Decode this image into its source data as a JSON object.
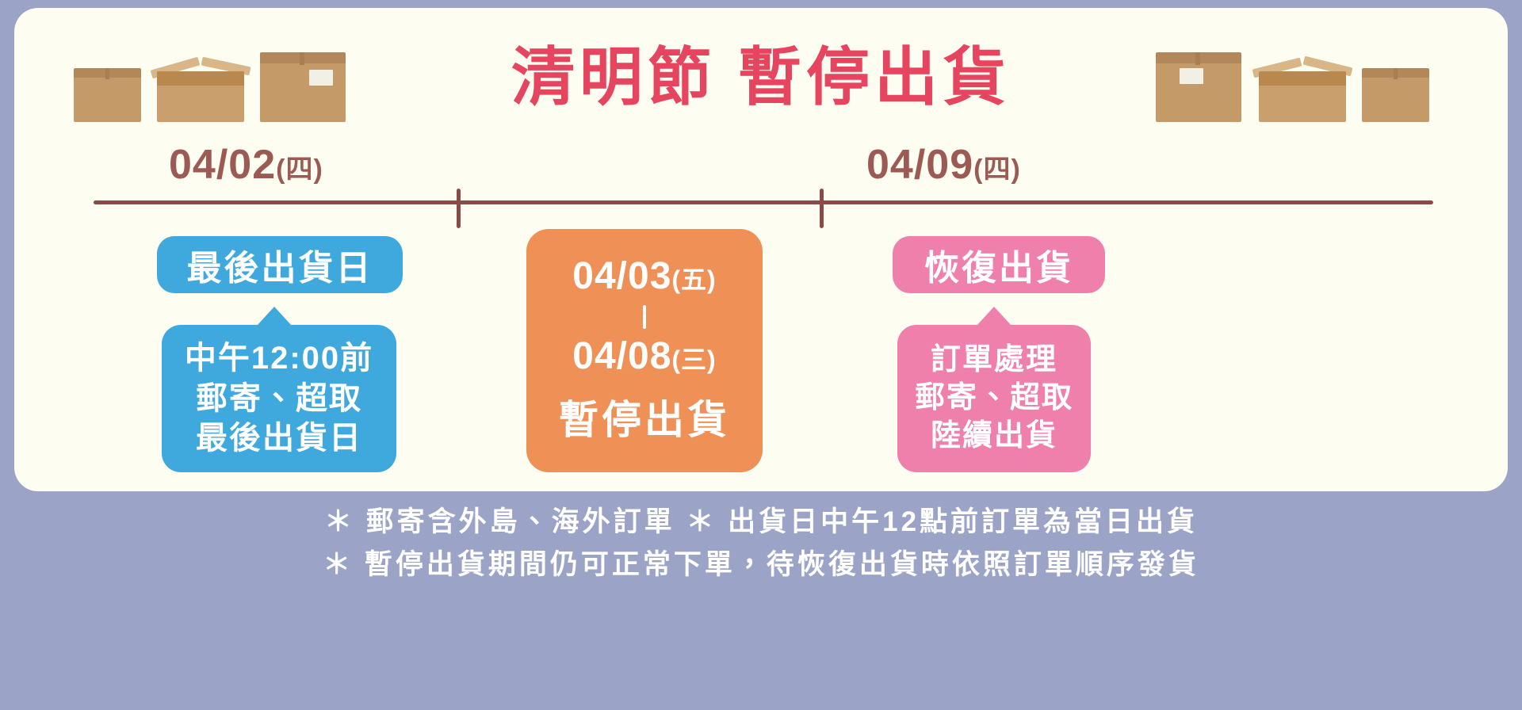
{
  "banner": {
    "bg_color": "#9ba4c6",
    "card_bg_color": "#fefdf1",
    "title": "清明節 暫停出貨",
    "title_color": "#e5455f"
  },
  "timeline": {
    "line_color": "#8a4b47",
    "left_date": "04/02",
    "left_weekday": "(四)",
    "right_date": "04/09",
    "right_weekday": "(四)"
  },
  "blue_section": {
    "color": "#3fa8dc",
    "pill_label": "最後出貨日",
    "body_lines": [
      "中午12:00前",
      "郵寄、超取",
      "最後出貨日"
    ]
  },
  "orange_section": {
    "color": "#ef9157",
    "start_date": "04/03",
    "start_weekday": "(五)",
    "separator": "—",
    "end_date": "04/08",
    "end_weekday": "(三)",
    "status": "暫停出貨"
  },
  "pink_section": {
    "color": "#ef7fab",
    "pill_label": "恢復出貨",
    "body_lines": [
      "訂單處理",
      "郵寄、超取",
      "陸續出貨"
    ]
  },
  "footer": {
    "line1": "＊ 郵寄含外島、海外訂單 ＊ 出貨日中午12點前訂單為當日出貨",
    "line2": "＊ 暫停出貨期間仍可正常下單，待恢復出貨時依照訂單順序發貨"
  },
  "decorations": {
    "box_left_1": "cardboard-box-closed",
    "box_left_2": "cardboard-box-open",
    "box_left_3": "cardboard-box-closed-labeled",
    "box_right_1": "cardboard-box-closed-labeled",
    "box_right_2": "cardboard-box-open",
    "box_right_3": "cardboard-box-closed"
  }
}
